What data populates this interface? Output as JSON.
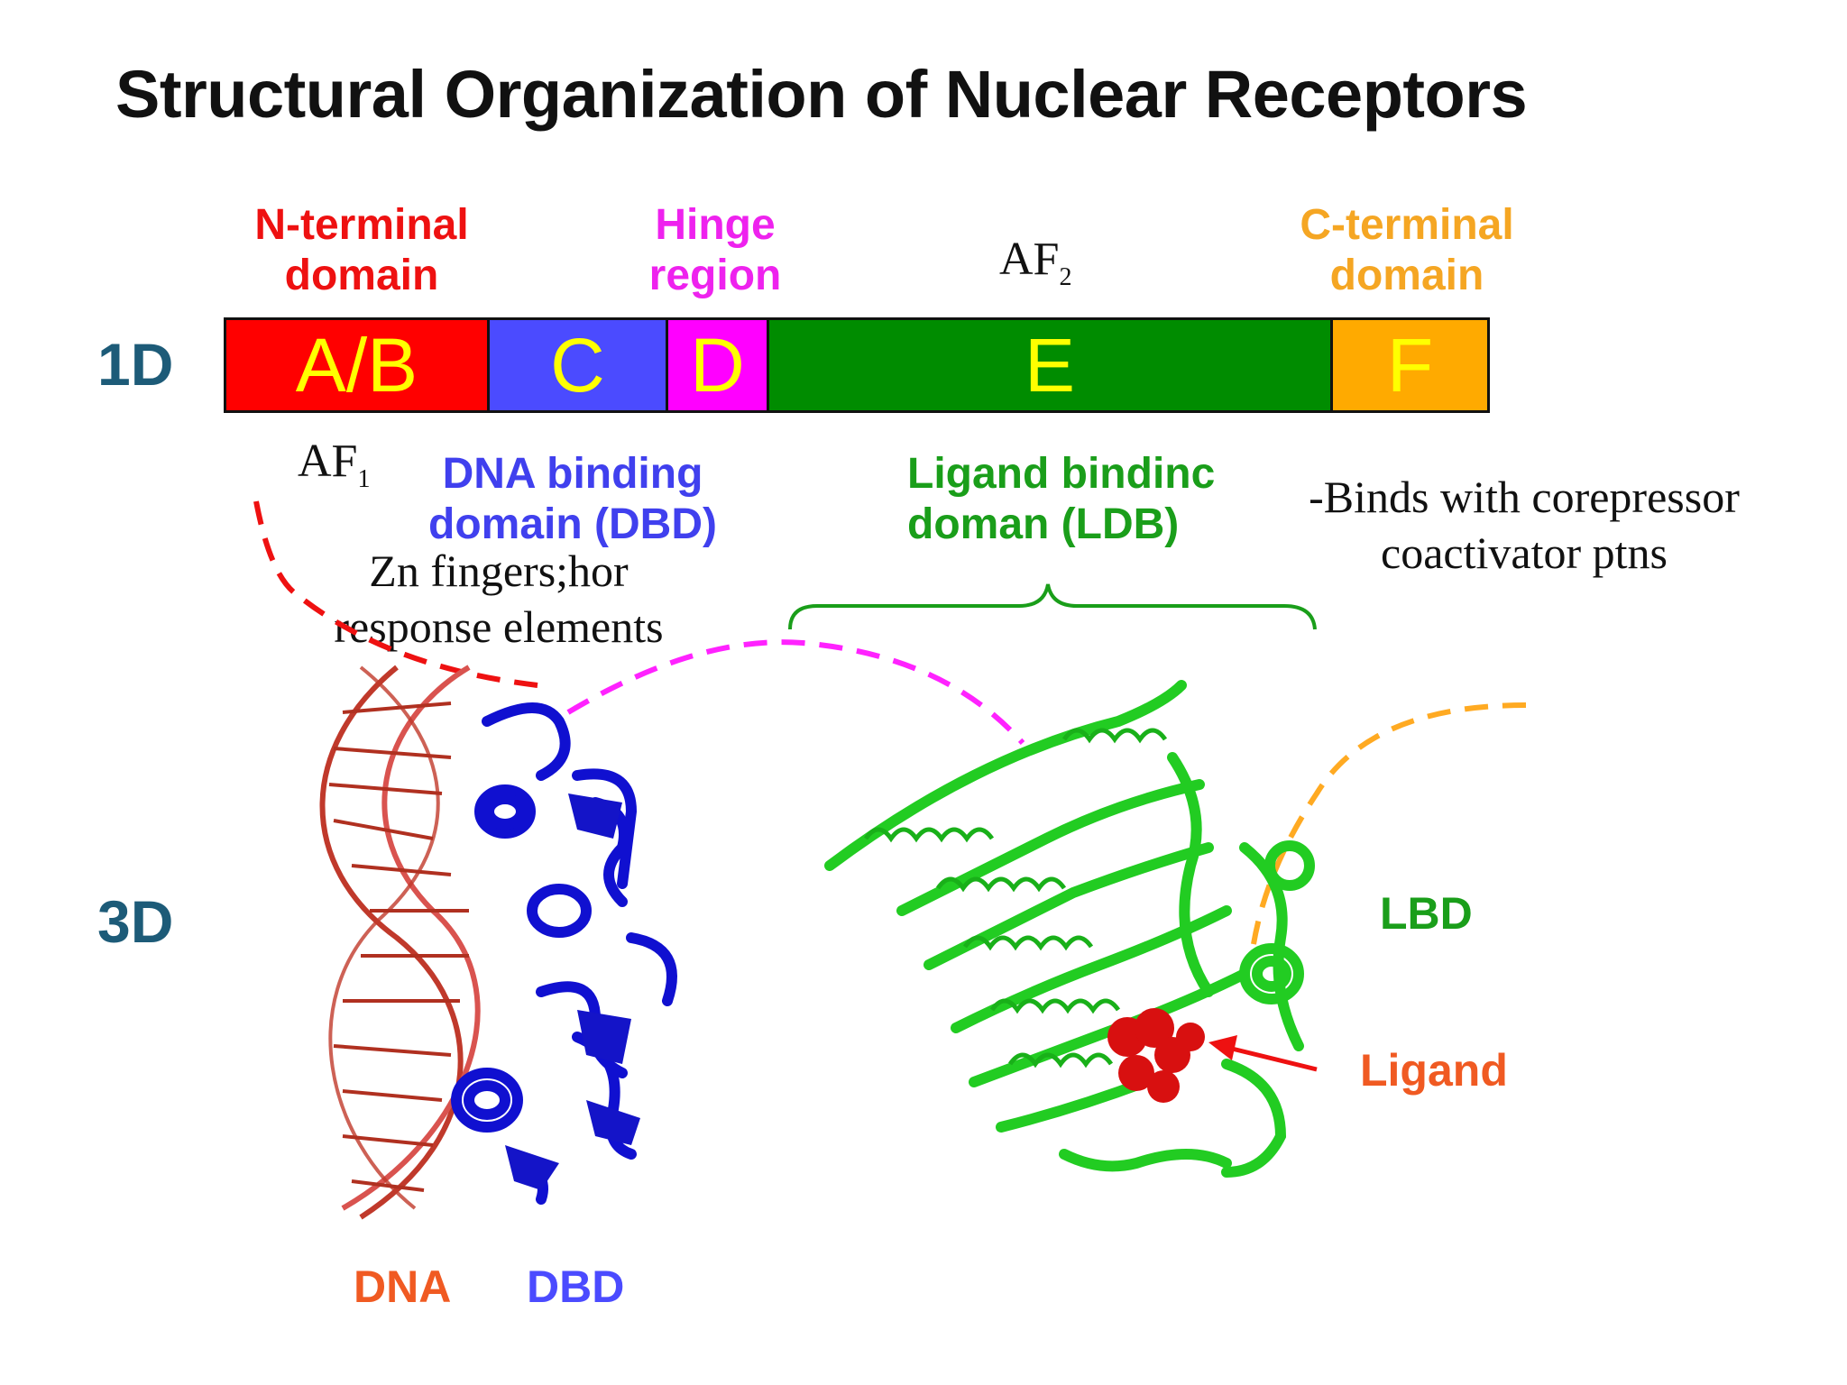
{
  "title": "Structural Organization of Nuclear Receptors",
  "dim_1d": "1D",
  "dim_3d": "3D",
  "domains_header": {
    "n_terminal": [
      "N-terminal",
      "domain"
    ],
    "hinge": [
      "Hinge",
      "region"
    ],
    "c_terminal": [
      "C-terminal",
      "domain"
    ]
  },
  "af2": {
    "base": "AF",
    "sub": "2"
  },
  "af1": {
    "base": "AF",
    "sub": "1"
  },
  "segments": [
    {
      "label": "A/B",
      "color": "#ff0000"
    },
    {
      "label": "C",
      "color": "#4b4bff"
    },
    {
      "label": "D",
      "color": "#ff00ff"
    },
    {
      "label": "E",
      "color": "#008c00"
    },
    {
      "label": "F",
      "color": "#ffaa00"
    }
  ],
  "dbd_label": [
    "DNA binding",
    "domain (DBD)"
  ],
  "lbd_header": [
    "Ligand bindinc",
    "doman (LDB)"
  ],
  "zn_note": [
    "Zn fingers;hor",
    "response elements"
  ],
  "binds_note": [
    "-Binds with corepressor",
    "coactivator ptns"
  ],
  "label_lbd": "LBD",
  "label_ligand": "Ligand",
  "label_dna": "DNA",
  "label_dbd": "DBD",
  "colors": {
    "red": "#ff0000",
    "blue": "#4b4bff",
    "magenta": "#ff00ff",
    "green": "#1a9e1a",
    "orange": "#ffa500",
    "dim_label": "#1d5b78",
    "dna": "#c0392b",
    "protein_blue": "#1010d0",
    "protein_green": "#22cc22"
  }
}
